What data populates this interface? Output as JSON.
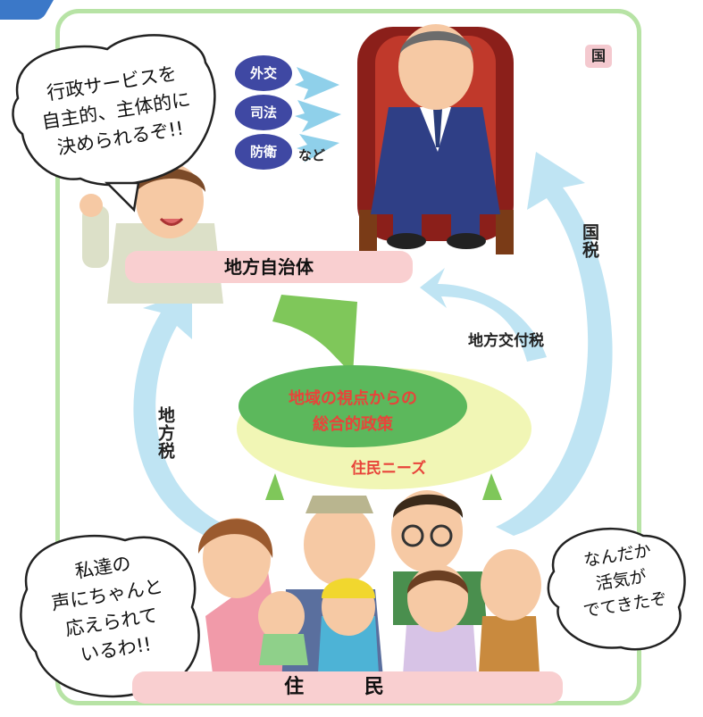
{
  "country_badge": "国",
  "diplomacy": [
    "外交",
    "司法",
    "防衛"
  ],
  "etc_label": "など",
  "local_gov": "地方自治体",
  "national_tax": "国税",
  "local_allocation_tax": "地方交付税",
  "local_tax": "地方税",
  "policy_line1": "地域の視点からの",
  "policy_line2": "総合的政策",
  "resident_needs": "住民ニーズ",
  "residents": "住 民",
  "bubble_worker": [
    "行政サービスを",
    "自主的、主体的に",
    "決められるぞ!!"
  ],
  "bubble_woman": [
    "私達の",
    "声にちゃんと",
    "応えられて",
    "いるわ!!"
  ],
  "bubble_elder": [
    "なんだか",
    "活気が",
    "でてきたぞ"
  ],
  "colors": {
    "frame": "#b7e3a5",
    "arrow_blue": "#bfe4f3",
    "arrow_green": "#7fc75a",
    "pill_pink": "#f9cfd0",
    "policy_green": "#5cb85c",
    "policy_yellow": "#f1f6b5",
    "policy_text": "#e8443a",
    "blue_badge": "#3f48a3"
  }
}
